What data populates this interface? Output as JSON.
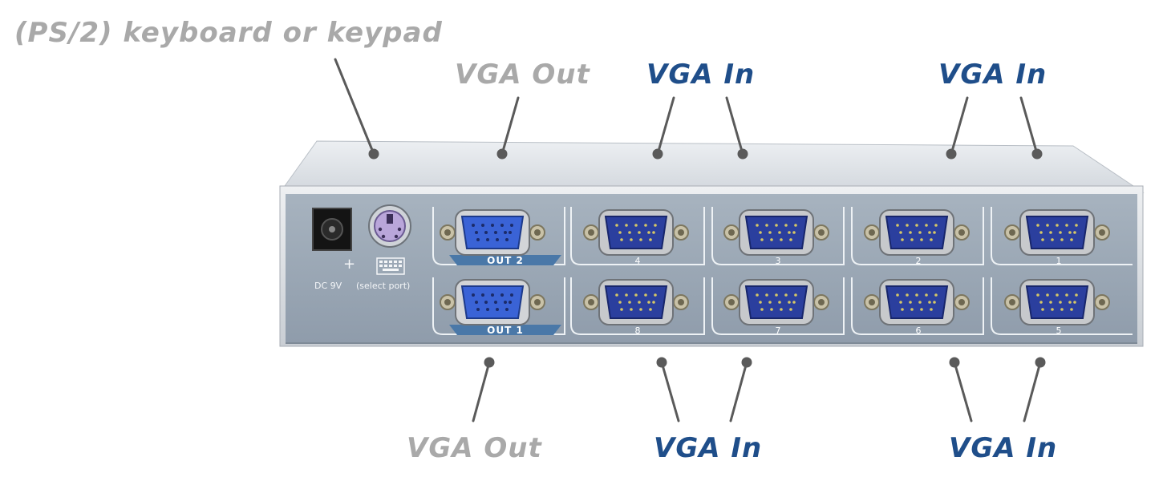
{
  "callouts": {
    "keyboard": "(PS/2) keyboard or keypad",
    "vga_out_top": "VGA Out",
    "vga_in_top_a": "VGA In",
    "vga_in_top_b": "VGA In",
    "vga_out_bottom": "VGA Out",
    "vga_in_bottom_a": "VGA In",
    "vga_in_bottom_b": "VGA In"
  },
  "panel": {
    "out2": "OUT 2",
    "out1": "OUT 1",
    "ports_top": [
      "4",
      "3",
      "2",
      "1"
    ],
    "ports_bottom": [
      "8",
      "7",
      "6",
      "5"
    ],
    "power": "DC  9V",
    "power_polarity": "+",
    "select": "(select port)"
  },
  "colors": {
    "callout_grey": "#a9a9a9",
    "callout_blue": "#1f4e8a",
    "panel": "#9ba8b4",
    "connector": "#2b3f9e"
  }
}
